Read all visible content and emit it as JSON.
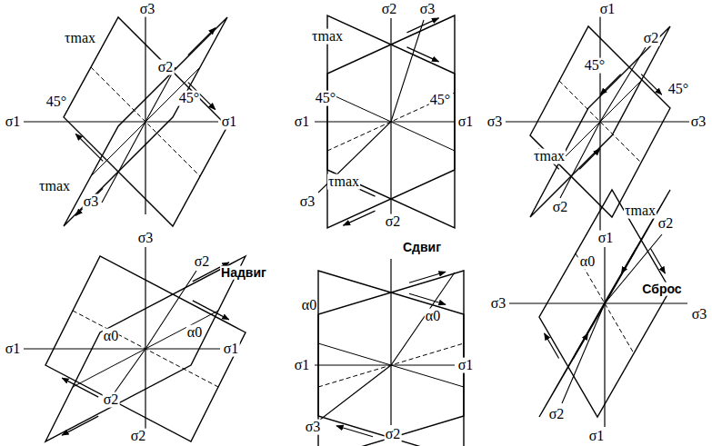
{
  "diagram": {
    "labels": [
      "σ3",
      "τmax",
      "σ2",
      "45°",
      "45°",
      "σ1",
      "σ1",
      "τmax",
      "σ3",
      "σ3",
      "σ2",
      "τmax",
      "45°",
      "45°",
      "σ1",
      "σ1",
      "τmax",
      "σ3",
      "σ2",
      "σ1",
      "σ2",
      "45°",
      "45°",
      "σ3",
      "σ3",
      "τmax",
      "σ2",
      "τmax",
      "σ1",
      "σ3",
      "σ2",
      "Надвиг",
      "α0",
      "α0",
      "σ1",
      "σ1",
      "σ2",
      "σ2",
      "Сдвиг",
      "α0",
      "α0",
      "σ1",
      "σ1",
      "σ3",
      "σ2",
      "σ2",
      "α0",
      "Сброс",
      "σ3",
      "σ3",
      "σ2",
      "σ1"
    ]
  }
}
